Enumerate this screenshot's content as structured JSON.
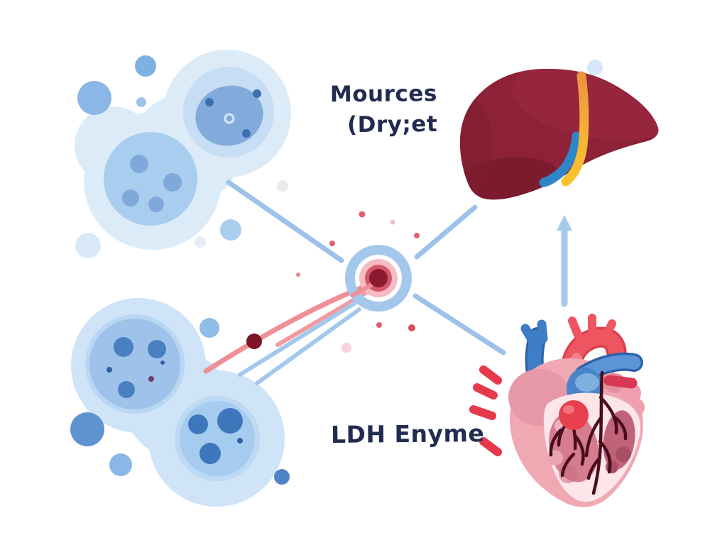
{
  "labels": {
    "sources_line1": "Mources",
    "sources_line2": "(Dry;et",
    "enzyme": "LDH Enyme"
  },
  "figures": [
    {
      "id": "cell-cluster-upper",
      "kind": "blue-cells-illustration"
    },
    {
      "id": "cell-cluster-lower",
      "kind": "blue-cells-illustration"
    },
    {
      "id": "ldh-target",
      "kind": "concentric-target-icon"
    },
    {
      "id": "liver",
      "kind": "liver-illustration"
    },
    {
      "id": "heart",
      "kind": "heart-illustration"
    }
  ],
  "connections": [
    {
      "from": "cell-cluster-upper",
      "to": "ldh-target",
      "style": "blue-line"
    },
    {
      "from": "cell-cluster-lower",
      "to": "ldh-target",
      "style": "two-pink-and-two-blue-lines"
    },
    {
      "from": "ldh-target",
      "to": "liver",
      "style": "blue-line"
    },
    {
      "from": "ldh-target",
      "to": "heart",
      "style": "blue-line"
    },
    {
      "from": "heart",
      "to": "liver",
      "style": "blue-arrow-up"
    }
  ],
  "palette": {
    "text_navy": "#222c50",
    "cell_halo_upper": "#dcebf8",
    "cell_halo_lower": "#cfe4f7",
    "cell_body": "#a9cdee",
    "cell_nucleus": "#82abdc",
    "cell_dot": "#4a7fc1",
    "line_blue": "#9cc2ea",
    "line_pink": "#ef8f96",
    "arrow_blue": "#a6c9ec",
    "target_ring_blue": "#a4c8ec",
    "target_ring_pink": "#f6bcc3",
    "target_ring_red": "#d4566a",
    "target_core": "#8b1a31",
    "dot_dark_red": "#7e1428",
    "liver_body": "#8c2137",
    "liver_shadow": "#7a1b2e",
    "bile_duct_yellow": "#f9c22f",
    "bile_duct_orange": "#ec9340",
    "portal_vessel_blue": "#2e86c8",
    "heart_body": "#f0a8b3",
    "heart_aorta_red": "#ee5560",
    "heart_vein_blue": "#3f7dc6",
    "heart_coronary_dark": "#4a0d1e",
    "heart_section_cream": "#fce6ea",
    "emphasis_red": "#e6394b"
  }
}
